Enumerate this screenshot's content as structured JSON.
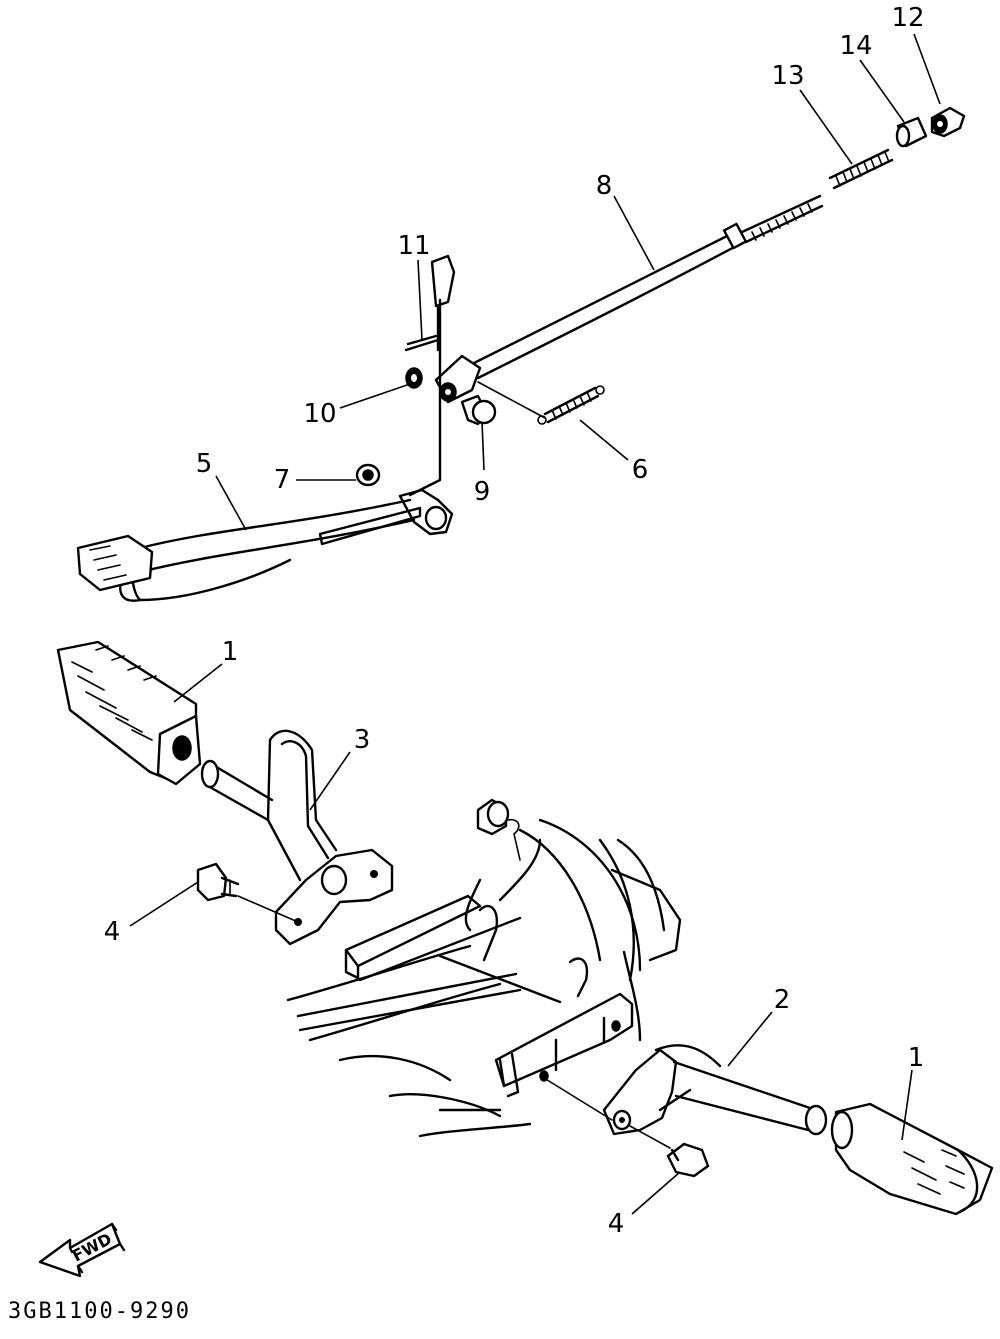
{
  "labels": {
    "c1a": "1",
    "c1b": "1",
    "c2": "2",
    "c3": "3",
    "c4a": "4",
    "c4b": "4",
    "c5": "5",
    "c6": "6",
    "c7": "7",
    "c8": "8",
    "c9": "9",
    "c10": "10",
    "c11": "11",
    "c12": "12",
    "c13": "13",
    "c14": "14"
  },
  "direction_arrow": "FWD",
  "diagram_code": "3GB1100-9290"
}
